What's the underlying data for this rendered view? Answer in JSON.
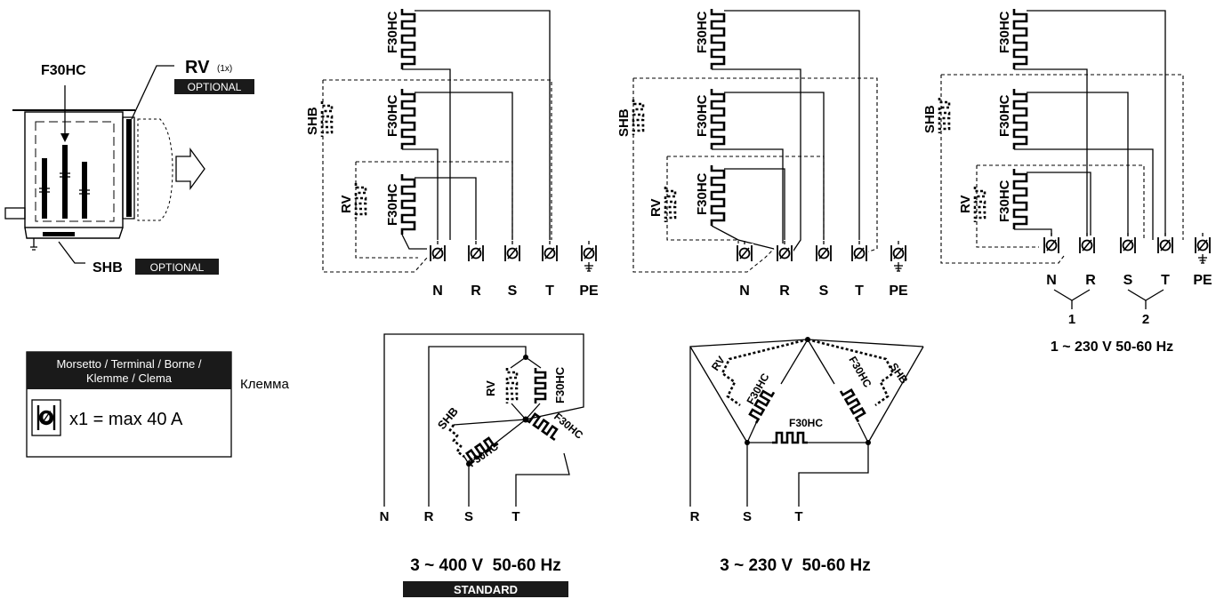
{
  "unit_diagram": {
    "element_label": "F30HC",
    "rv_label": "RV",
    "rv_qty": "(1x)",
    "rv_badge": "OPTIONAL",
    "shb_label": "SHB",
    "shb_badge": "OPTIONAL"
  },
  "terminal_box": {
    "header_line1": "Morsetto / Terminal / Borne /",
    "header_line2": "Klemme / Clema",
    "spec": "x1 = max 40 A",
    "side_label": "Клемма",
    "terminal_glyph": "Ø"
  },
  "wiring_panels": [
    {
      "terminals": [
        "N",
        "R",
        "S",
        "T",
        "PE"
      ]
    },
    {
      "terminals": [
        "N",
        "R",
        "S",
        "T",
        "PE"
      ]
    },
    {
      "terminals": [
        "N",
        "R",
        "S",
        "T",
        "PE"
      ],
      "groups": [
        "1",
        "2"
      ],
      "caption": "1 ~ 230 V 50-60 Hz"
    }
  ],
  "star_connection": {
    "terminals": [
      "N",
      "R",
      "S",
      "T"
    ],
    "caption": "3 ~ 400 V  50-60 Hz",
    "badge": "STANDARD"
  },
  "delta_connection": {
    "terminals": [
      "R",
      "S",
      "T"
    ],
    "caption": "3 ~ 230 V  50-60 Hz"
  },
  "component_labels": {
    "element": "F30HC",
    "rv": "RV",
    "shb": "SHB"
  }
}
